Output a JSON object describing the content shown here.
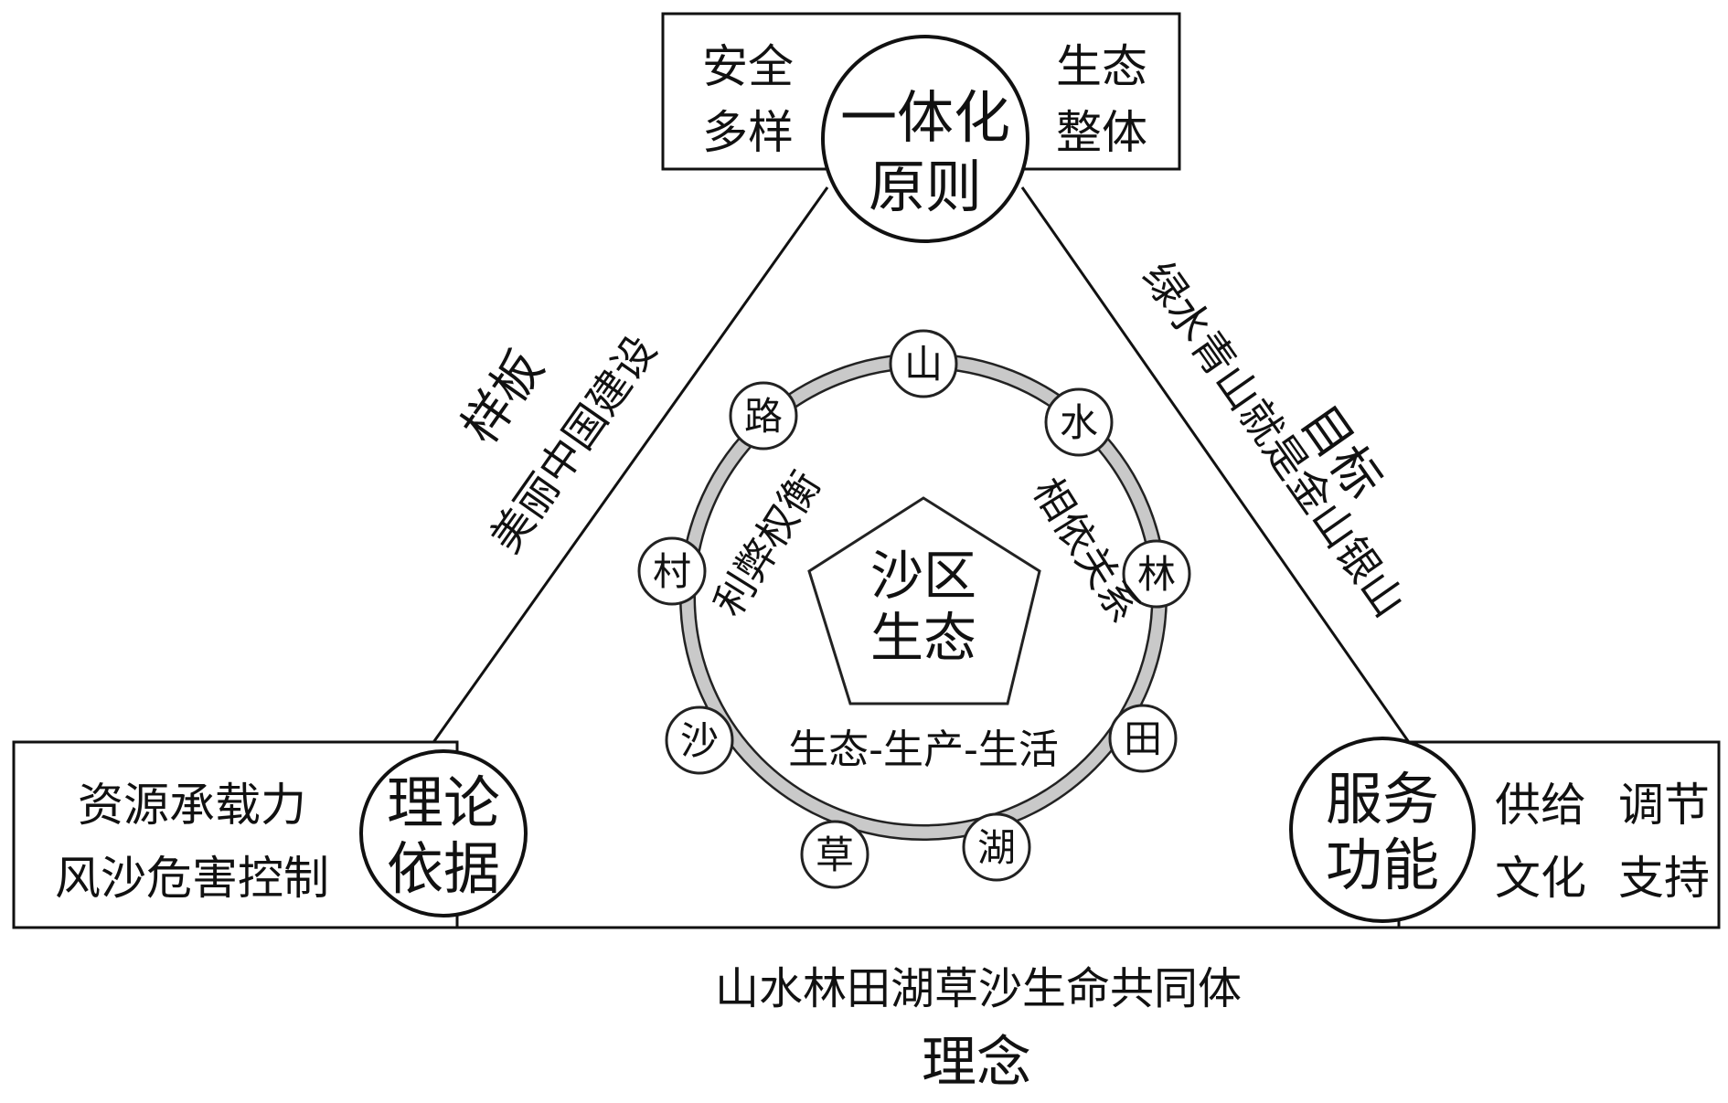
{
  "top": {
    "node": [
      "一体化",
      "原则"
    ],
    "left_items": [
      "安全",
      "多样"
    ],
    "right_items": [
      "生态",
      "整体"
    ]
  },
  "left": {
    "node": [
      "理论",
      "依据"
    ],
    "items": [
      "资源承载力",
      "风沙危害控制"
    ]
  },
  "right": {
    "node": [
      "服务",
      "功能"
    ],
    "items_col1": [
      "供给",
      "文化"
    ],
    "items_col2": [
      "调节",
      "支持"
    ]
  },
  "edges": {
    "left_main": "样板",
    "left_sub": "美丽中国建设",
    "right_main": "目标",
    "right_sub": "绿水青山就是金山银山"
  },
  "bottom": {
    "sub": "山水林田湖草沙生命共同体",
    "main": "理念"
  },
  "center": {
    "title": [
      "沙区",
      "生态"
    ],
    "left_text": "利弊权衡",
    "right_text": "相依关系",
    "bottom_text": "生态-生产-生活"
  },
  "ring": [
    "山",
    "水",
    "林",
    "田",
    "湖",
    "草",
    "沙",
    "村",
    "路"
  ]
}
